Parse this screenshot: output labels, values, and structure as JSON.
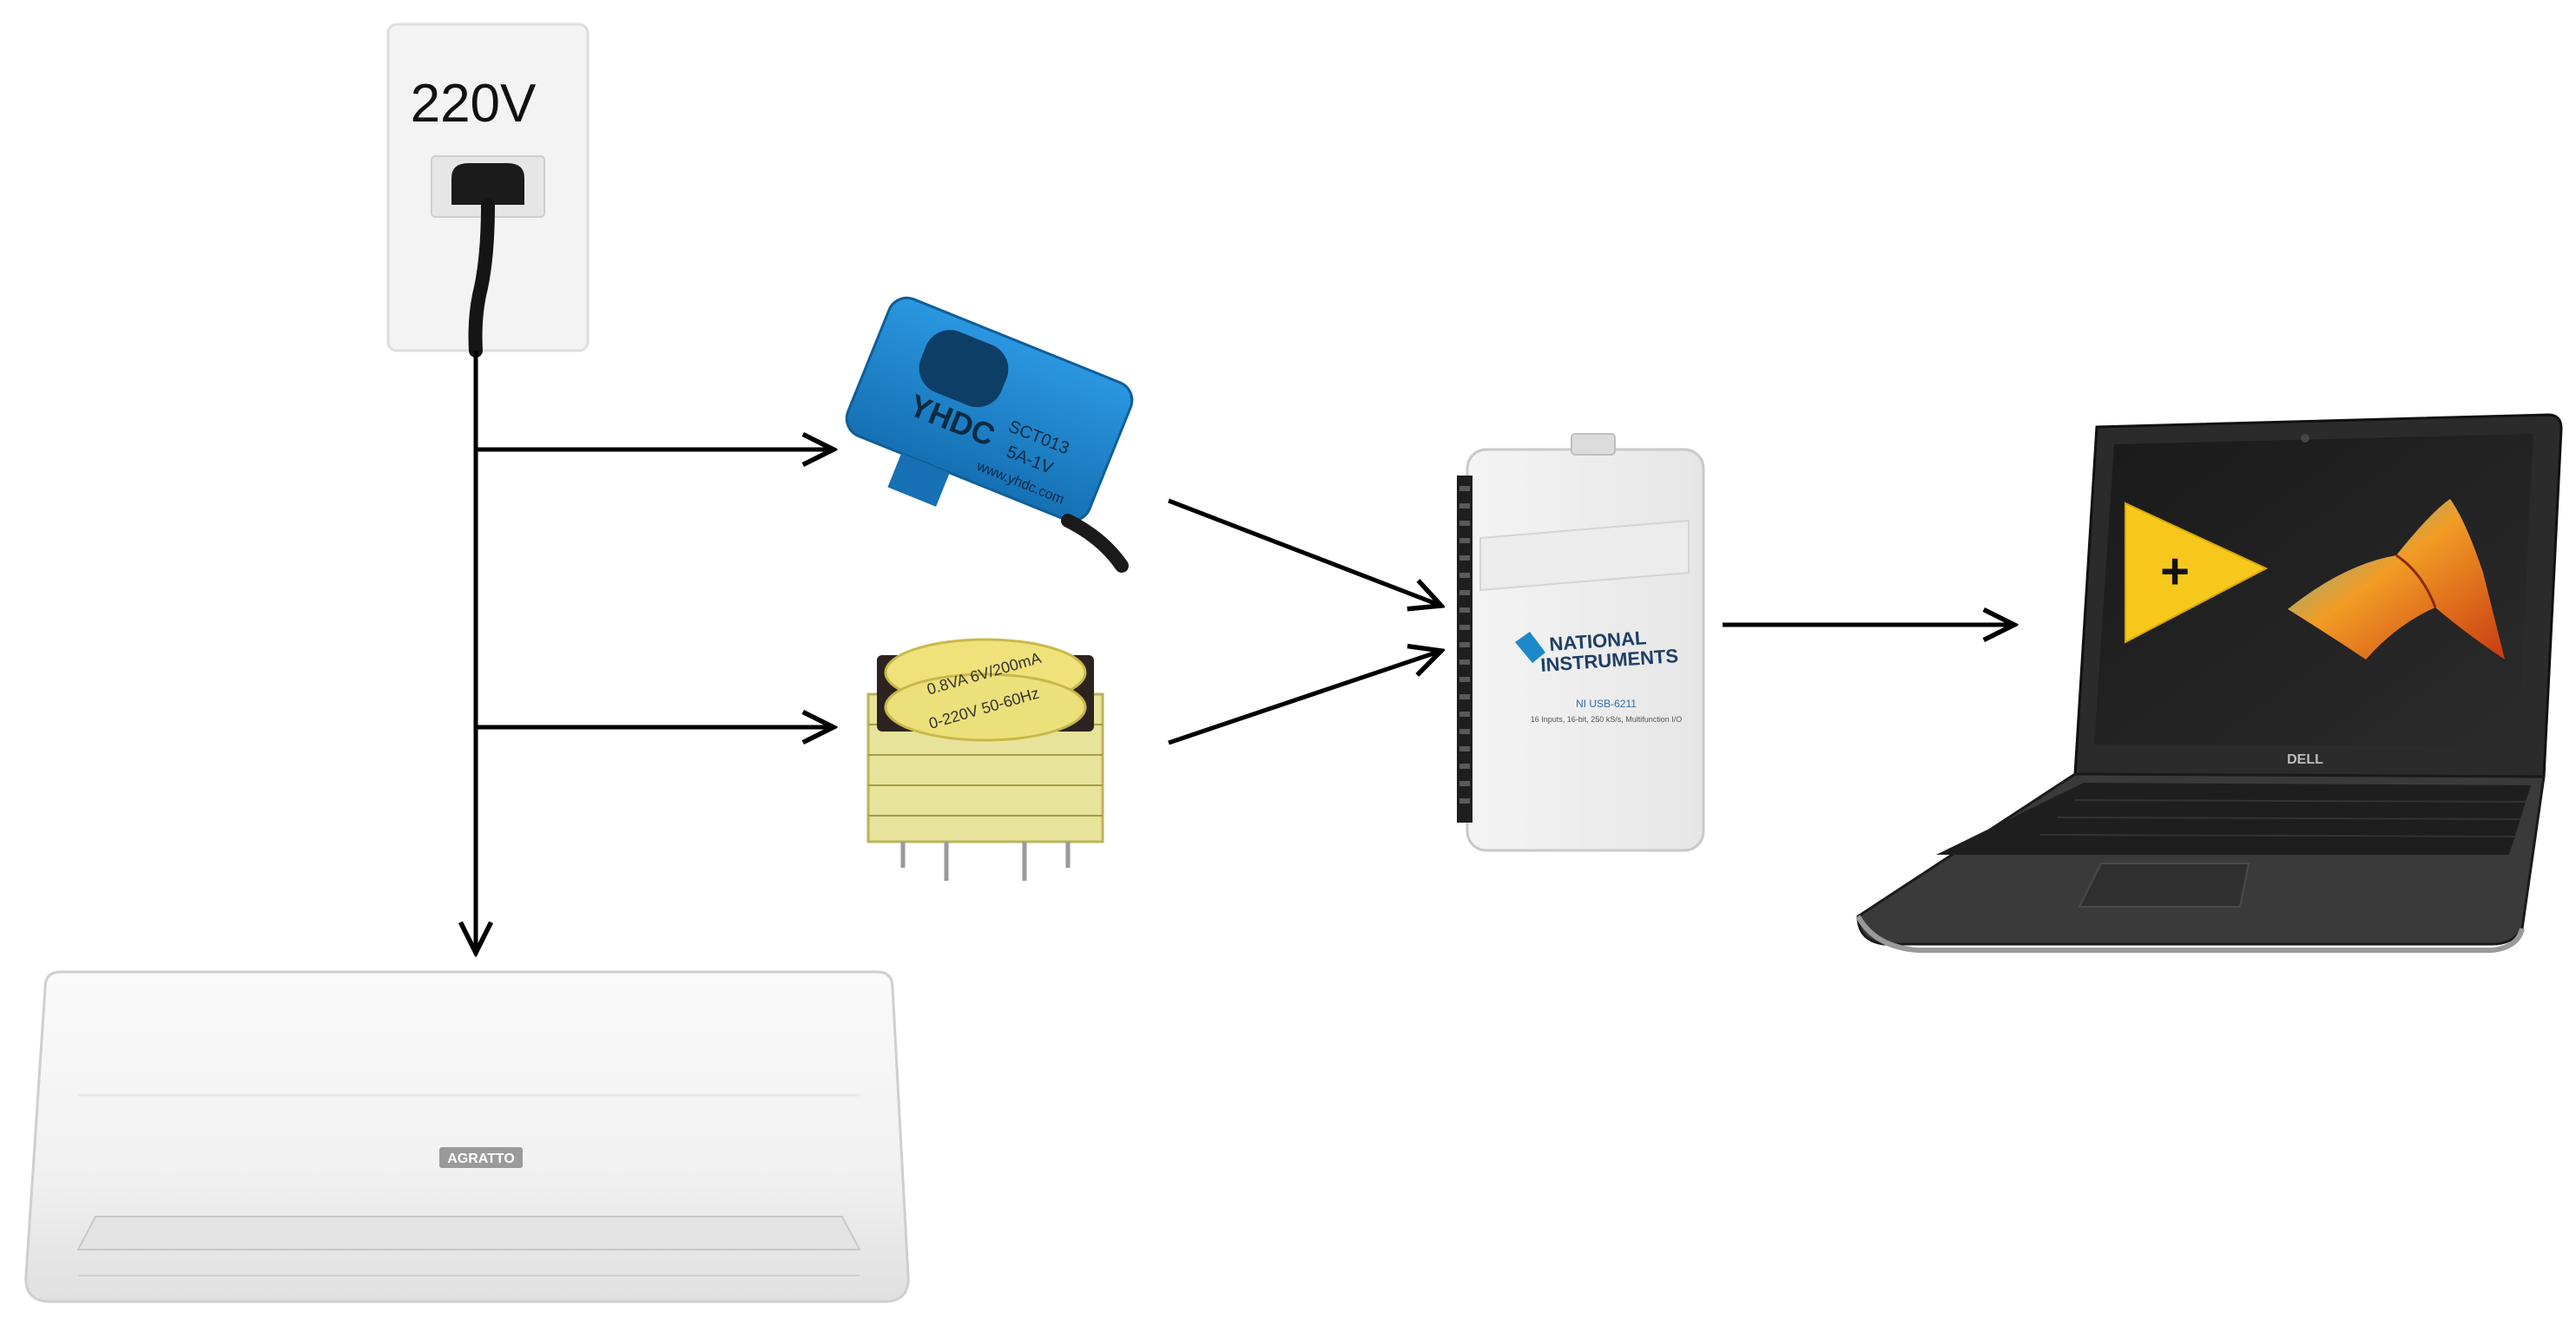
{
  "outlet": {
    "voltage_label": "220V"
  },
  "current_sensor": {
    "brand": "YHDC",
    "model": "SCT013",
    "rating": "5A-1V",
    "url": "www.yhdc.com"
  },
  "transformer": {
    "label_top": "0.8VA 6V/200mA",
    "label_bottom": "0-220V 50-60Hz"
  },
  "daq": {
    "brand_line1": "NATIONAL",
    "brand_line2": "INSTRUMENTS",
    "model": "NI USB-6211",
    "subtitle": "16 Inputs, 16-bit, 250 kS/s, Multifunction I/O"
  },
  "laptop": {
    "brand": "DELL",
    "apps": [
      "labview-icon",
      "matlab-icon"
    ]
  },
  "air_conditioner": {
    "brand": "AGRATTO"
  },
  "colors": {
    "arrow": "#000000",
    "sensor_blue": "#1d86d0",
    "coil_yellow": "#e9e072",
    "labview_yellow": "#f7c81c",
    "matlab_orange": "#e2541c"
  }
}
